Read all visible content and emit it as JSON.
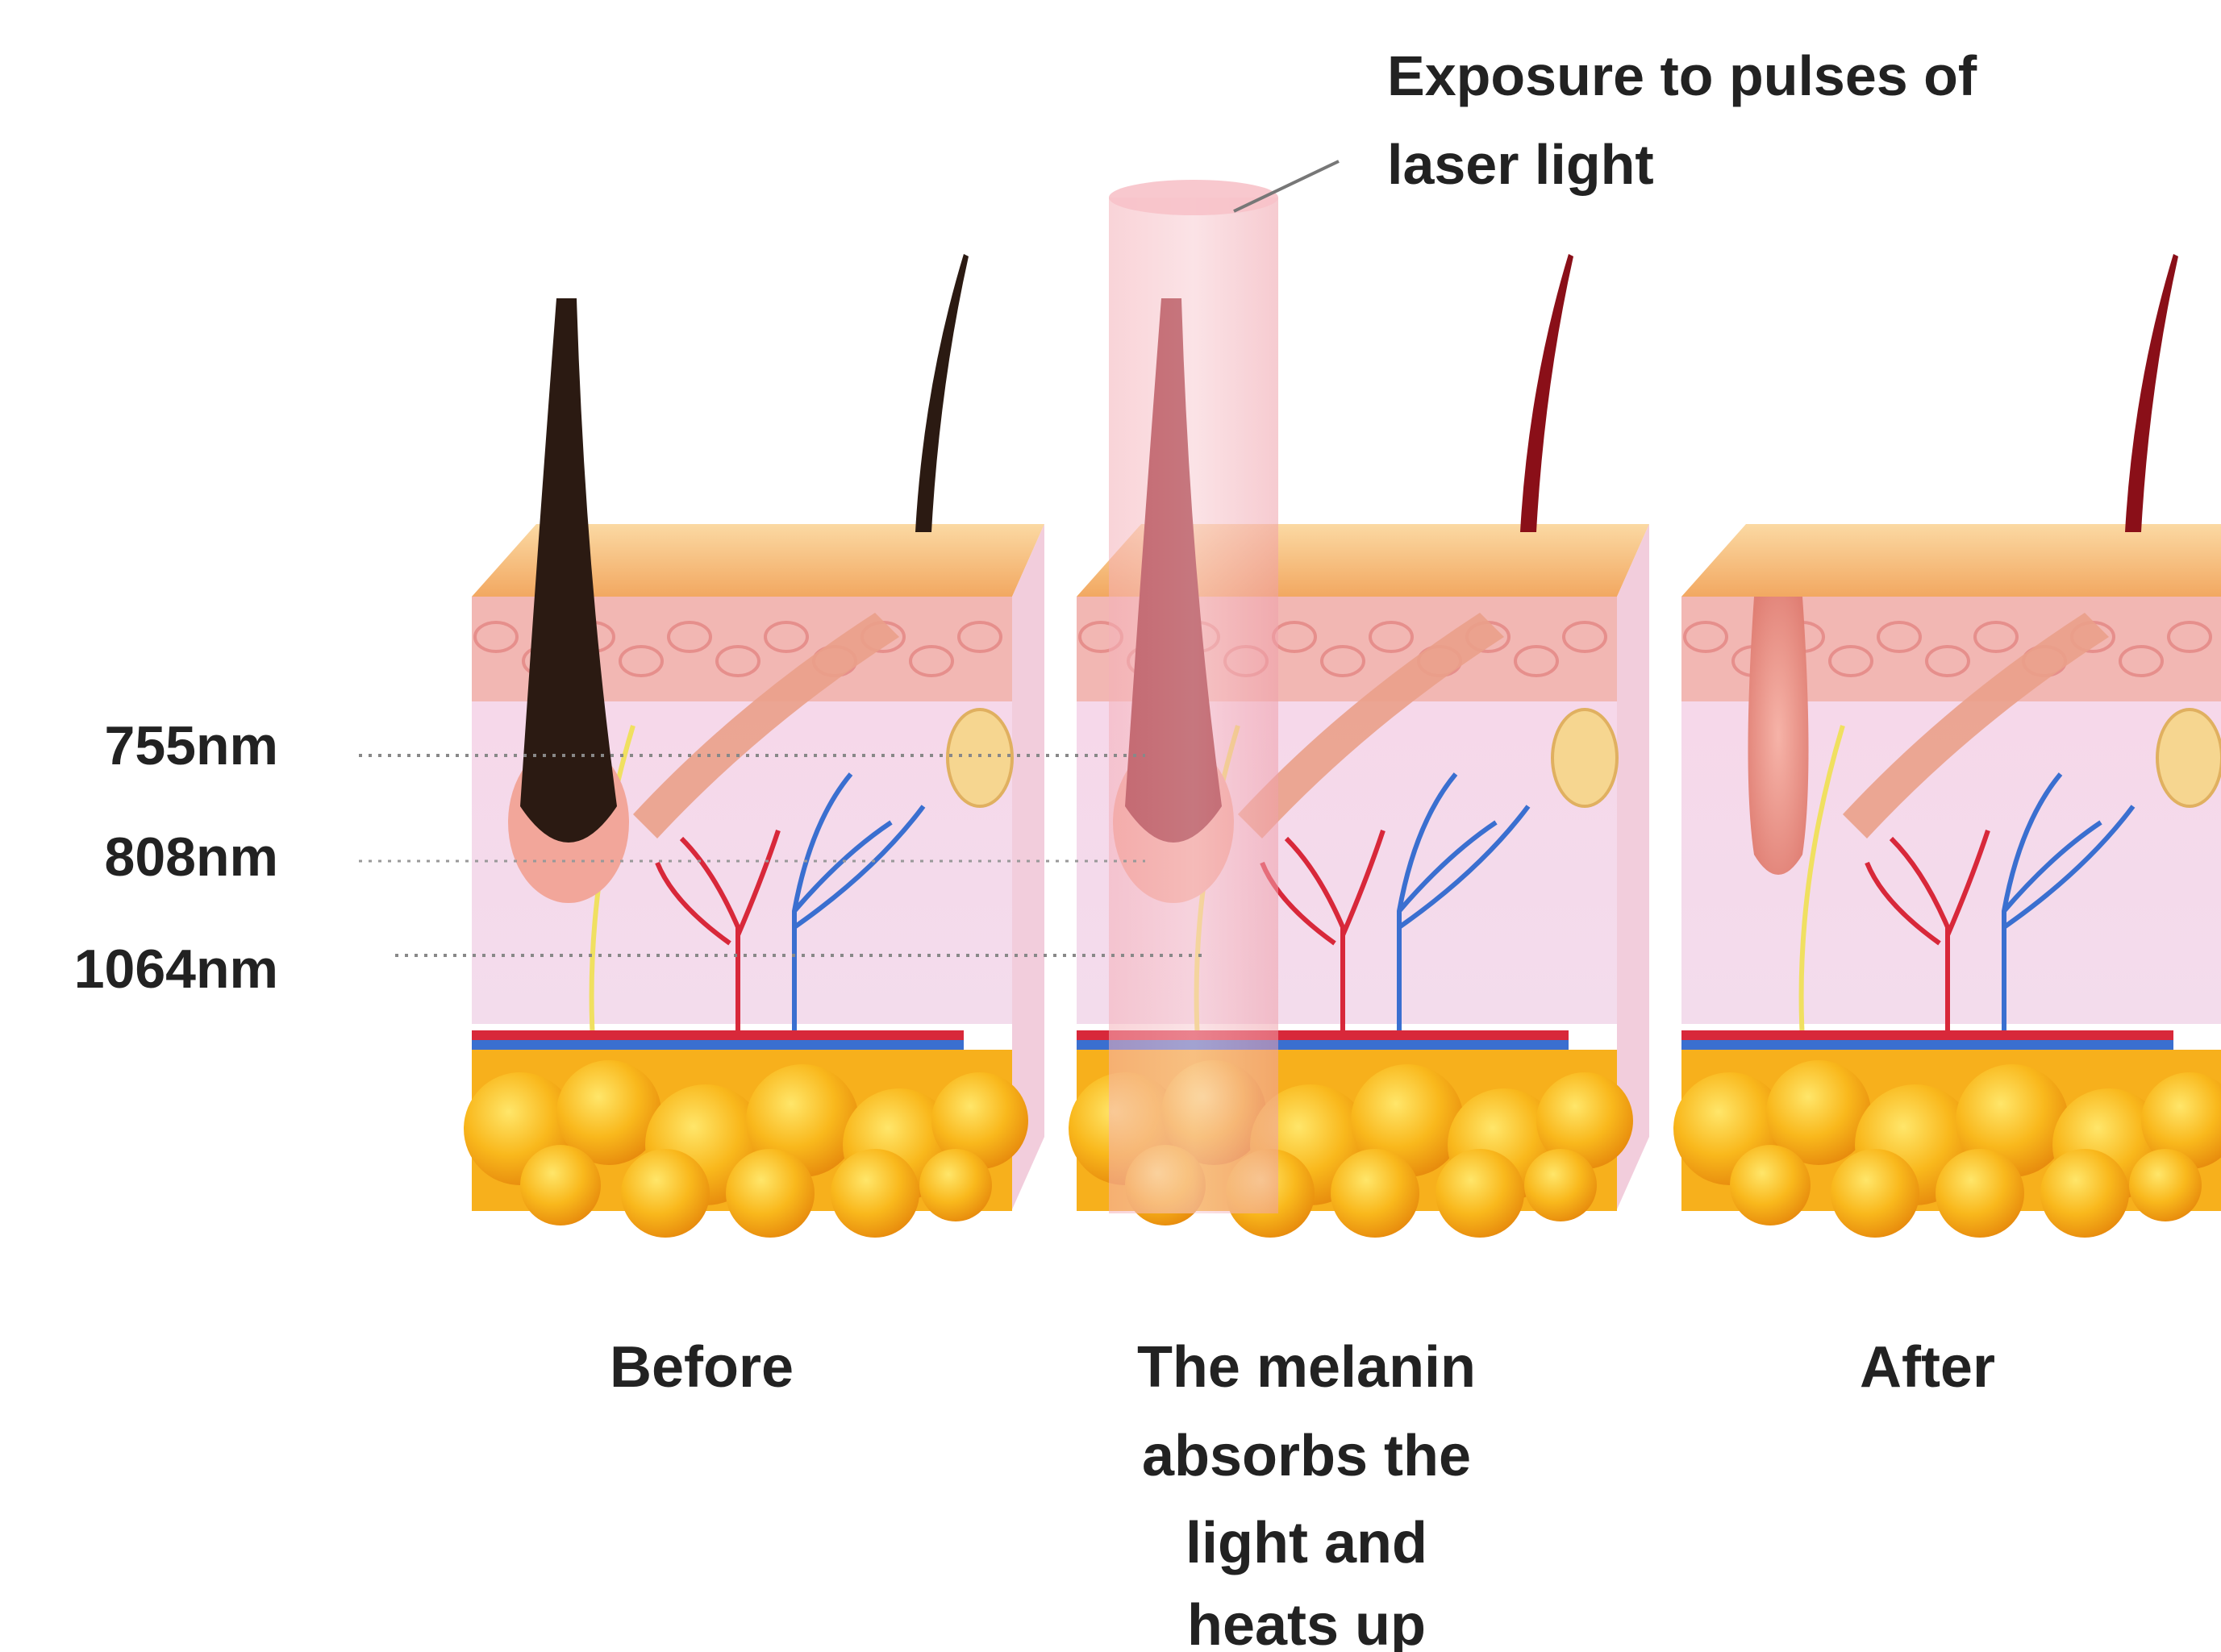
{
  "callout": {
    "line1": "Exposure to pulses of",
    "line2": "laser light"
  },
  "wavelengths": [
    {
      "label": "755nm"
    },
    {
      "label": "808nm"
    },
    {
      "label": "1064nm"
    }
  ],
  "panels": [
    {
      "caption_lines": [
        "Before"
      ],
      "hair_state": "intact",
      "hair_color": "#2b1a12"
    },
    {
      "caption_lines": [
        "The melanin",
        "absorbs the",
        "light and",
        "heats up"
      ],
      "hair_state": "heated",
      "hair_color": "#8a0f18"
    },
    {
      "caption_lines": [
        "After"
      ],
      "hair_state": "destroyed",
      "hair_color": "#f0a090"
    }
  ],
  "colors": {
    "laser_beam": "#f3a3ad",
    "skin_top": "#f6c07e",
    "epidermis": "#f2b7b3",
    "dermis": "#f4dcec",
    "fat": "#f7b21b",
    "artery": "#d8283a",
    "vein": "#3a6fd0",
    "nerve": "#f0e060"
  }
}
